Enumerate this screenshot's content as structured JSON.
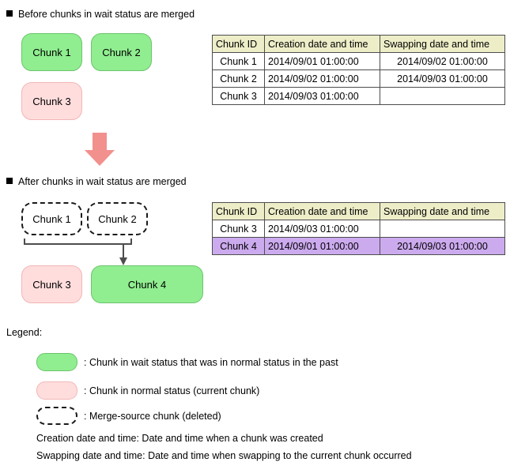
{
  "sections": {
    "before": {
      "heading": "Before chunks in wait status are merged",
      "shapes": [
        {
          "label": "Chunk 1",
          "status": "wait"
        },
        {
          "label": "Chunk 2",
          "status": "wait"
        },
        {
          "label": "Chunk 3",
          "status": "normal"
        }
      ],
      "table": {
        "headers": [
          "Chunk ID",
          "Creation date and time",
          "Swapping date and time"
        ],
        "rows": [
          {
            "id": "Chunk 1",
            "creation": "2014/09/01  01:00:00",
            "swapping": "2014/09/02  01:00:00",
            "highlight": false
          },
          {
            "id": "Chunk 2",
            "creation": "2014/09/02  01:00:00",
            "swapping": "2014/09/03  01:00:00",
            "highlight": false
          },
          {
            "id": "Chunk 3",
            "creation": "2014/09/03  01:00:00",
            "swapping": "",
            "highlight": false
          }
        ]
      }
    },
    "after": {
      "heading": "After chunks in wait status are merged",
      "shapes": [
        {
          "label": "Chunk 1",
          "status": "deleted"
        },
        {
          "label": "Chunk 2",
          "status": "deleted"
        },
        {
          "label": "Chunk 3",
          "status": "normal"
        },
        {
          "label": "Chunk 4",
          "status": "wait"
        }
      ],
      "table": {
        "headers": [
          "Chunk ID",
          "Creation date and time",
          "Swapping date and time"
        ],
        "rows": [
          {
            "id": "Chunk 3",
            "creation": "2014/09/03  01:00:00",
            "swapping": "",
            "highlight": false
          },
          {
            "id": "Chunk 4",
            "creation": "2014/09/01  01:00:00",
            "swapping": "2014/09/03  01:00:00",
            "highlight": true
          }
        ]
      }
    }
  },
  "legend": {
    "title": "Legend:",
    "entries": [
      {
        "swatch": "green",
        "text": ": Chunk in wait status that was in normal status in the past"
      },
      {
        "swatch": "pink",
        "text": ": Chunk in normal status (current chunk)"
      },
      {
        "swatch": "dashed",
        "text": ": Merge-source chunk (deleted)"
      }
    ],
    "notes": [
      "Creation date and time: Date and time when a chunk was created",
      "Swapping date and time: Date and time when swapping to the current chunk occurred"
    ]
  },
  "colors": {
    "wait_status": "#90EE90",
    "normal_status": "#FFDDDD",
    "table_header": "#EDEDC8",
    "merged_row": "#CCAAEE",
    "transition_arrow": "#F2908E"
  }
}
